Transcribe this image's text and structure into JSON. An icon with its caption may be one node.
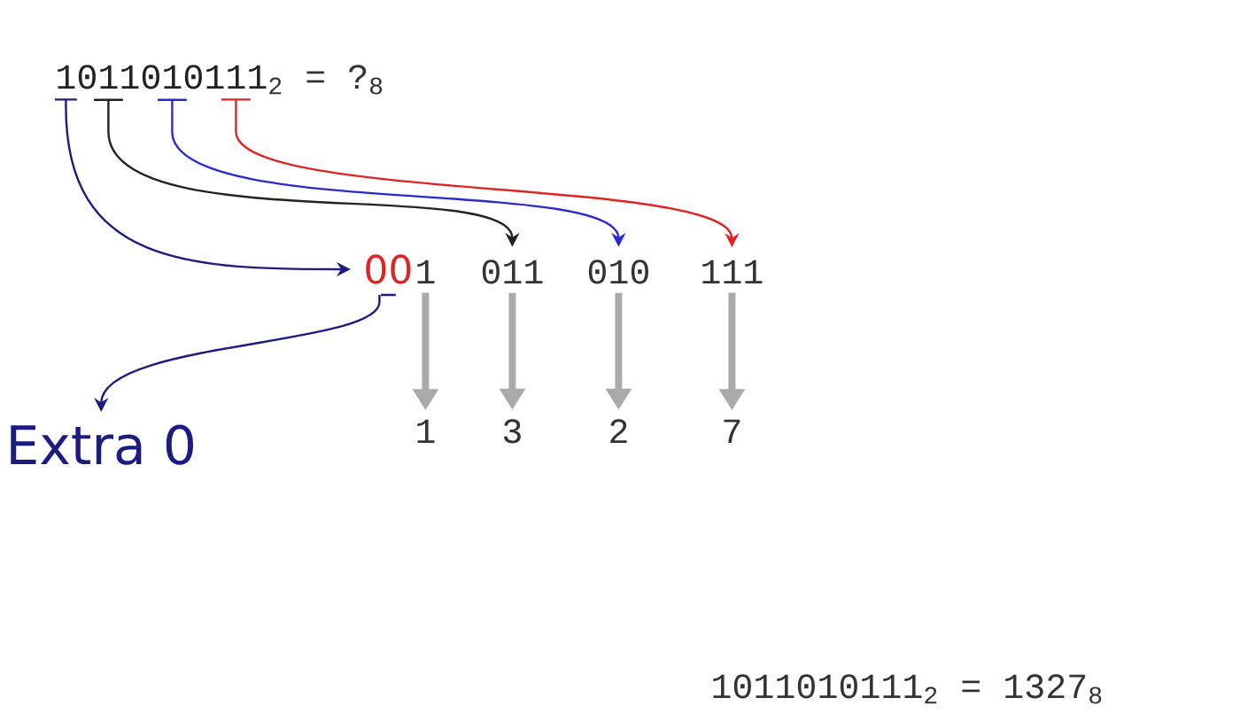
{
  "diagram": {
    "nodes": [
      {
        "text": [
          "1"
        ]
      },
      {
        "text": [
          "011"
        ]
      },
      {
        "text": [
          "010"
        ]
      },
      {
        "text": [
          "111"
        ]
      },
      {
        "text": [
          "00"
        ]
      },
      {
        "text": [
          "1"
        ]
      },
      {
        "text": [
          "011"
        ]
      },
      {
        "text": [
          "010"
        ]
      },
      {
        "text": [
          "111"
        ]
      },
      {
        "text": [
          "1"
        ]
      },
      {
        "text": [
          "3"
        ]
      },
      {
        "text": [
          "2"
        ]
      },
      {
        "text": [
          "7"
        ]
      },
      {
        "text": [
          "Extra 0"
        ]
      }
    ],
    "edges": [
      {
        "from": 0,
        "to": 4,
        "arrow": "to",
        "color": "#1c1c80"
      },
      {
        "from": 1,
        "to": 6,
        "arrow": "to",
        "color": "#222222"
      },
      {
        "from": 2,
        "to": 7,
        "arrow": "to",
        "color": "#2a2ad0"
      },
      {
        "from": 3,
        "to": 8,
        "arrow": "to",
        "color": "#e02424"
      },
      {
        "from": 4,
        "to": 13,
        "arrow": "to",
        "color": "#1c1c80"
      },
      {
        "from": 5,
        "to": 9,
        "arrow": "to",
        "style": "thick",
        "color": "#aaaaaa"
      },
      {
        "from": 6,
        "to": 10,
        "arrow": "to",
        "style": "thick",
        "color": "#aaaaaa"
      },
      {
        "from": 7,
        "to": 11,
        "arrow": "to",
        "style": "thick",
        "color": "#aaaaaa"
      },
      {
        "from": 8,
        "to": 12,
        "arrow": "to",
        "style": "thick",
        "color": "#aaaaaa"
      }
    ],
    "labels": [
      "$_{2}$ = ?$_{8}$",
      "1011010111$_{2}$ = 1327$_{8}$"
    ]
  }
}
